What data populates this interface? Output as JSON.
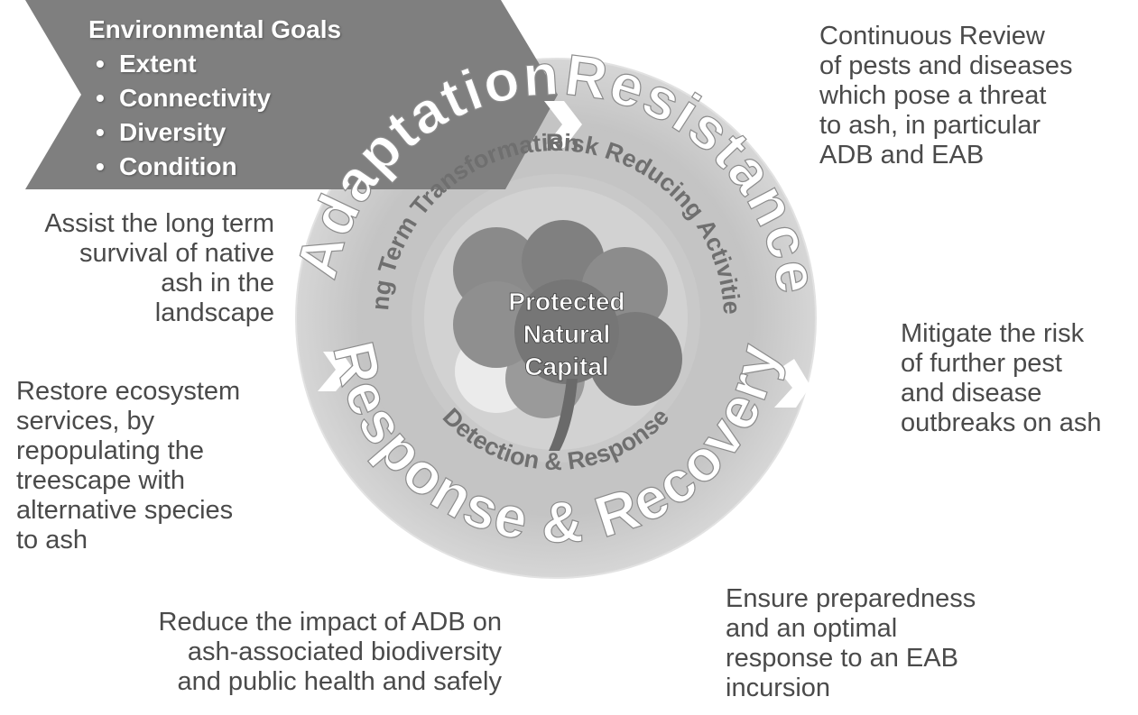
{
  "goals": {
    "title": "Environmental Goals",
    "items": [
      "Extent",
      "Connectivity",
      "Diversity",
      "Condition"
    ]
  },
  "ring": {
    "outer": {
      "adaptation": "Adaptation",
      "resistance": "Resistance",
      "response": "Response & Recovery"
    },
    "inner": {
      "long_term": "Long Term Transformation",
      "risk": "Risk Reducing Activities",
      "detection": "Detection & Response"
    }
  },
  "center": {
    "line1": "Protected",
    "line2": "Natural",
    "line3": "Capital"
  },
  "notes": {
    "continuous": [
      "Continuous Review",
      "of pests and diseases",
      "which pose a threat",
      "to ash, in particular",
      "ADB and EAB"
    ],
    "assist": [
      "Assist the long term",
      "survival of native",
      "ash in the",
      "landscape"
    ],
    "restore": [
      "Restore ecosystem",
      "services, by",
      "repopulating the",
      "treescape with",
      "alternative species",
      "to ash"
    ],
    "mitigate": [
      "Mitigate the risk",
      "of further pest",
      "and disease",
      "outbreaks on ash"
    ],
    "reduce": [
      "Reduce the impact of ADB on",
      "ash-associated biodiversity",
      "and public health and safely"
    ],
    "ensure": [
      "Ensure preparedness",
      "and an optimal",
      "response to an EAB",
      "incursion"
    ]
  },
  "colors": {
    "ring_outer": "#c8c8c8",
    "ring_inner": "#b0b0b0",
    "goals_arrow": "#7f7f7f",
    "text": "#4a4a4a"
  }
}
